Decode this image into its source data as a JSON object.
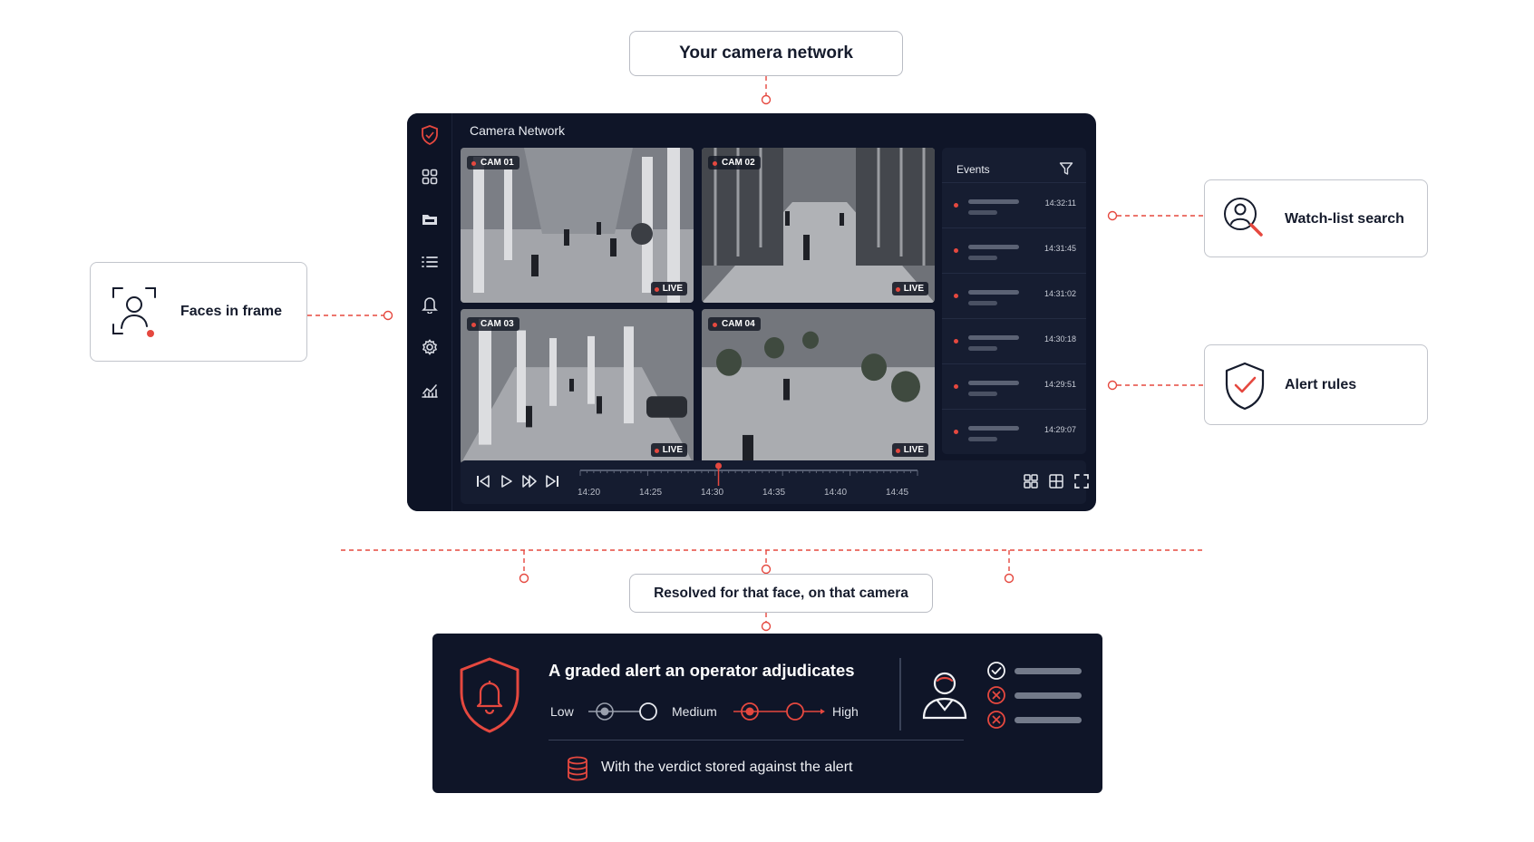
{
  "diagram": {
    "top_label": "Your camera network",
    "left_box": {
      "label": "Faces in frame",
      "icon": "face-scan-icon"
    },
    "right_boxes": [
      {
        "label": "Watch-list search",
        "icon": "person-search-icon"
      },
      {
        "label": "Alert rules",
        "icon": "shield-check-icon"
      }
    ],
    "middle_label": "Resolved for that face, on that camera"
  },
  "dashboard": {
    "title": "Camera Network",
    "nav_icons": [
      "shield-logo-icon",
      "grid-icon",
      "folder-icon",
      "list-icon",
      "bell-icon",
      "gear-icon",
      "chart-icon"
    ],
    "cameras": [
      {
        "name": "CAM 01",
        "status": "LIVE"
      },
      {
        "name": "CAM 02",
        "status": "LIVE"
      },
      {
        "name": "CAM 03",
        "status": "LIVE"
      },
      {
        "name": "CAM 04",
        "status": "LIVE"
      }
    ],
    "events": {
      "title": "Events",
      "items": [
        {
          "time": "14:32:11"
        },
        {
          "time": "14:31:45"
        },
        {
          "time": "14:31:02"
        },
        {
          "time": "14:30:18"
        },
        {
          "time": "14:29:51"
        },
        {
          "time": "14:29:07"
        }
      ]
    },
    "timeline": {
      "ticks": [
        "14:20",
        "14:25",
        "14:30",
        "14:35",
        "14:40",
        "14:45"
      ],
      "playhead_fraction": 0.41
    }
  },
  "alert_panel": {
    "title": "A graded alert an operator adjudicates",
    "grades": [
      "Low",
      "Medium",
      "High"
    ],
    "checklist": [
      "check",
      "cross",
      "cross"
    ],
    "verdict": "With the verdict stored against the alert"
  },
  "colors": {
    "accent": "#e5483f",
    "panel": "#0f1528",
    "border": "#b9bcc4"
  }
}
